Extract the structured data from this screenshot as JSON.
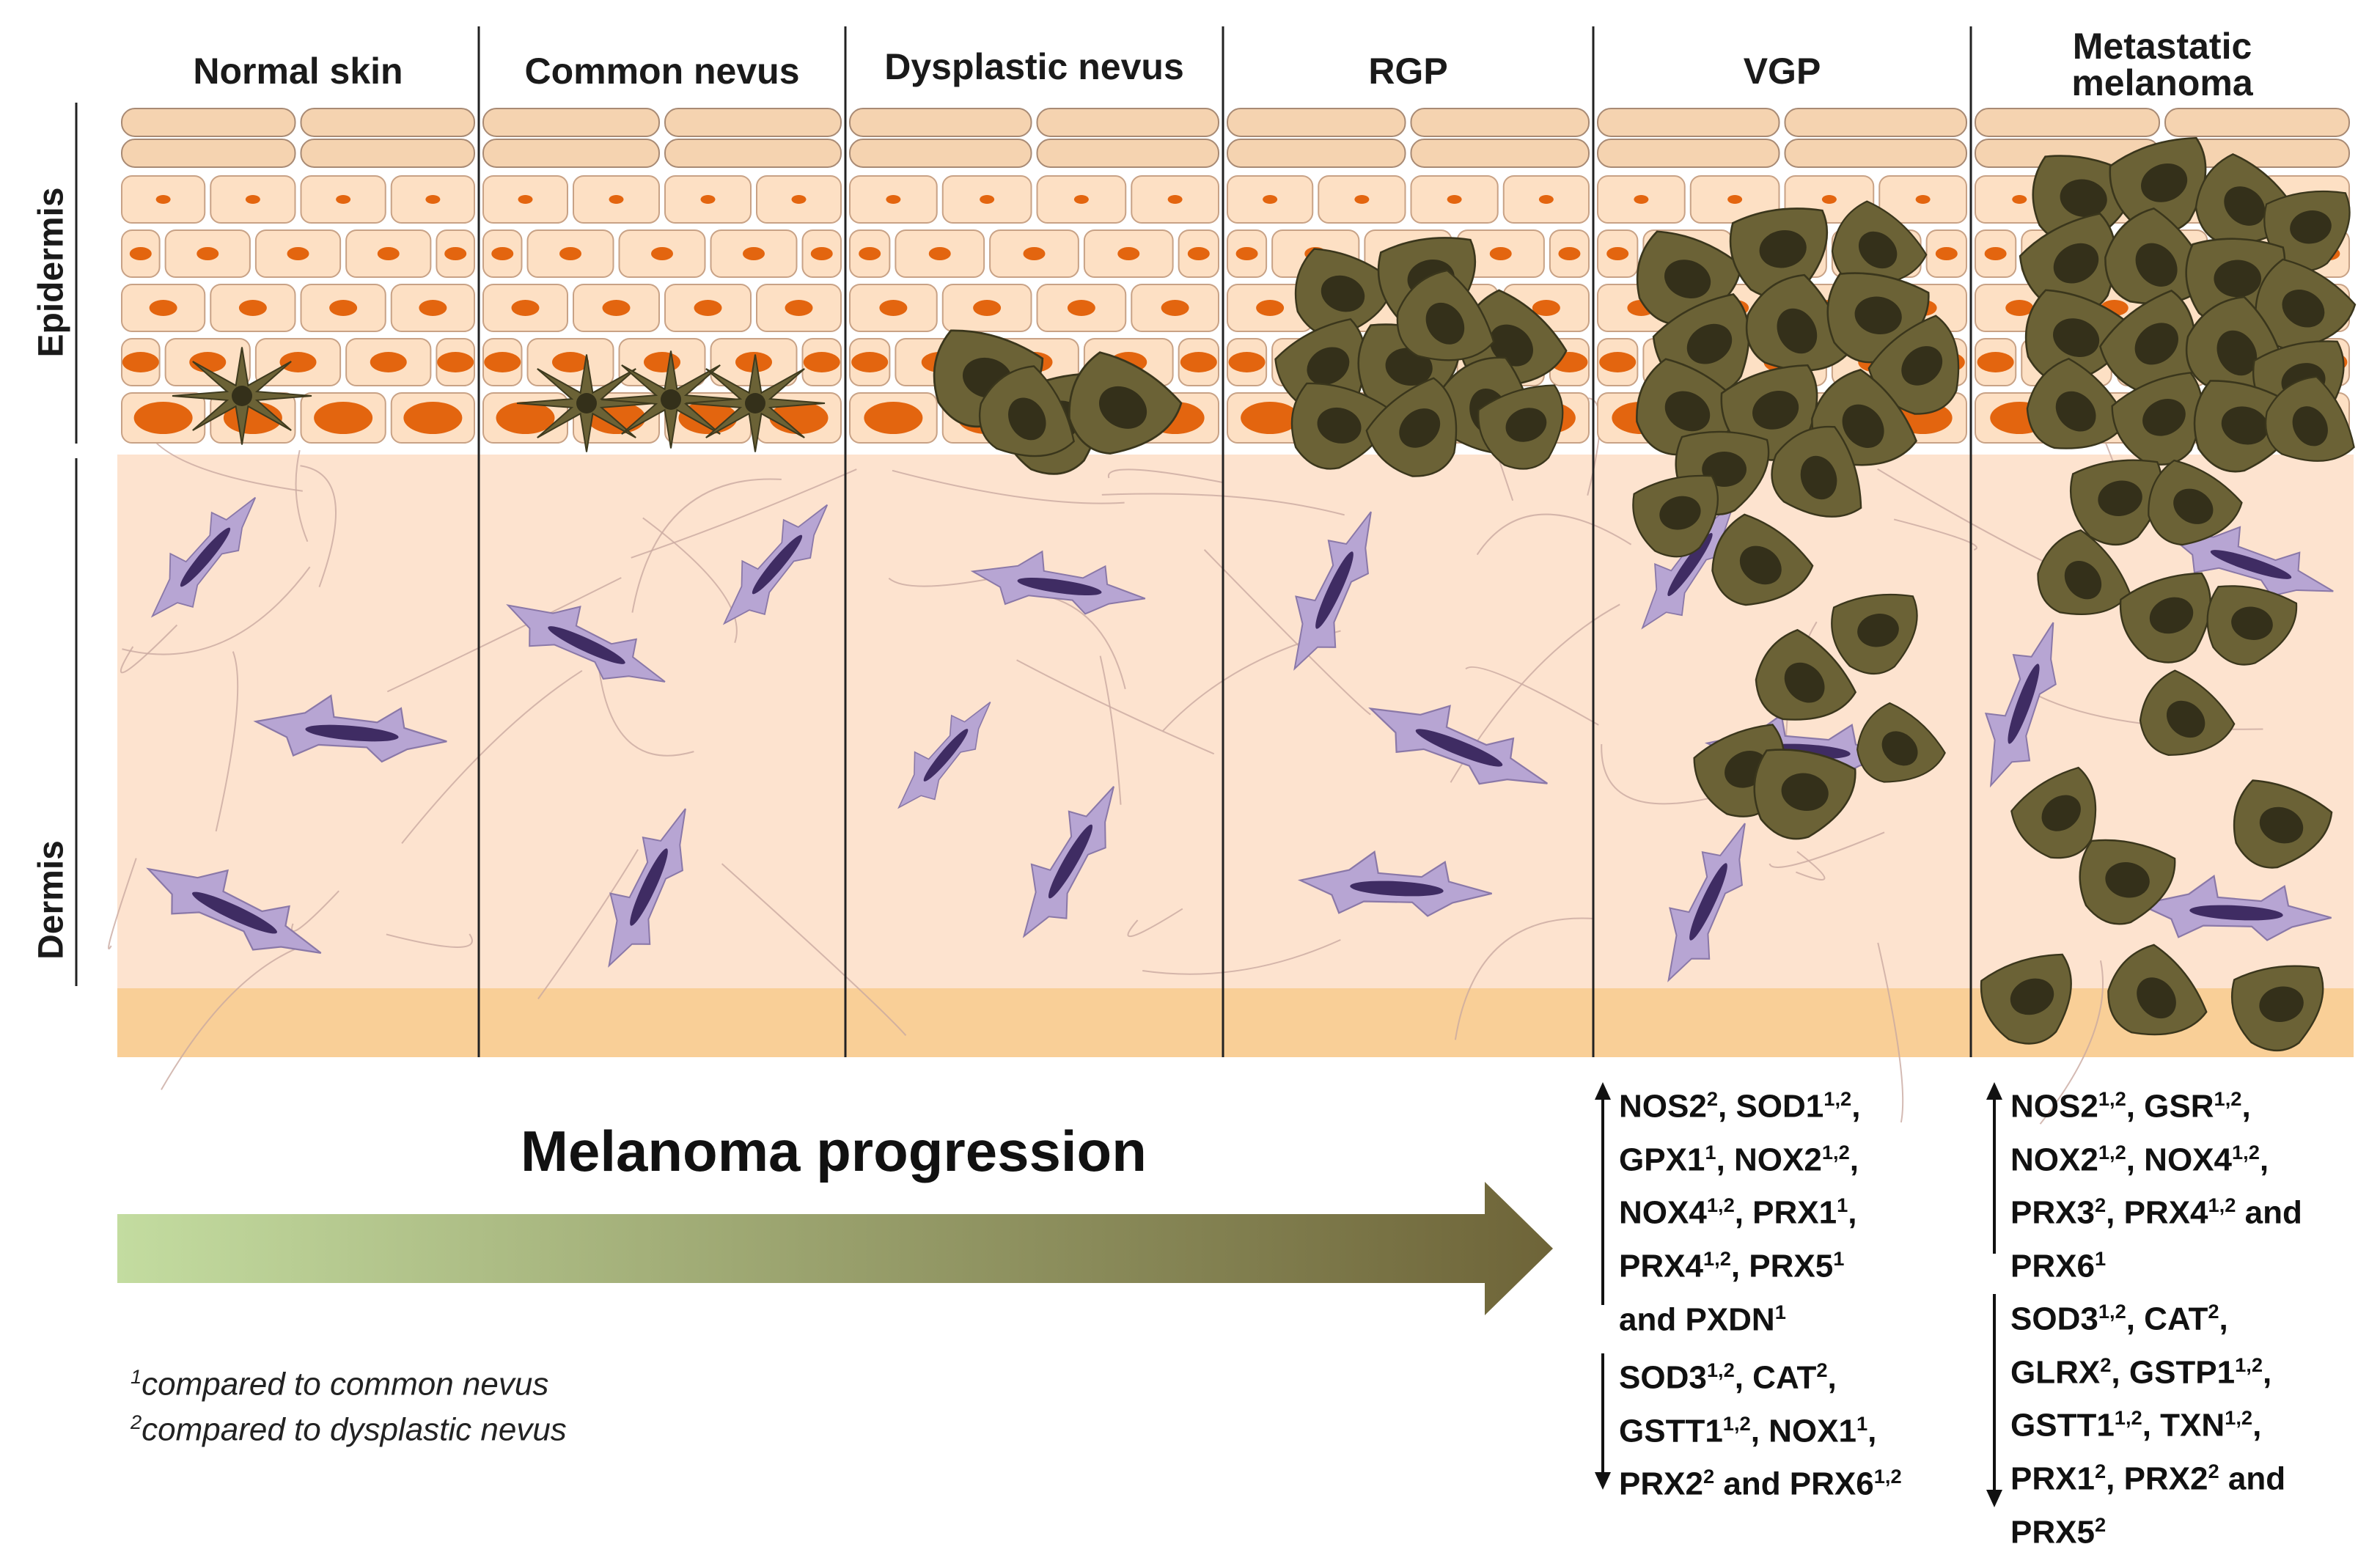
{
  "columns": [
    {
      "title": "Normal skin"
    },
    {
      "title": "Common nevus"
    },
    {
      "title": "Dysplastic nevus"
    },
    {
      "title": "RGP"
    },
    {
      "title": "VGP"
    },
    {
      "title_line1": "Metastatic",
      "title_line2": "melanoma"
    }
  ],
  "layers": {
    "epidermis": "Epidermis",
    "dermis": "Dermis"
  },
  "progression": {
    "label": "Melanoma progression"
  },
  "footnotes": {
    "note1_marker": "1",
    "note1_text": "compared to common nevus",
    "note2_marker": "2",
    "note2_text": "compared to dysplastic nevus"
  },
  "vgp": {
    "up": [
      [
        {
          "t": "NOS2"
        },
        {
          "s": "2"
        },
        {
          "t": ", SOD1"
        },
        {
          "s": "1,2"
        },
        {
          "t": ","
        }
      ],
      [
        {
          "t": "GPX1"
        },
        {
          "s": "1"
        },
        {
          "t": ", NOX2"
        },
        {
          "s": "1,2"
        },
        {
          "t": ","
        }
      ],
      [
        {
          "t": "NOX4"
        },
        {
          "s": "1,2"
        },
        {
          "t": ", PRX1"
        },
        {
          "s": "1"
        },
        {
          "t": ","
        }
      ],
      [
        {
          "t": "PRX4"
        },
        {
          "s": "1,2"
        },
        {
          "t": ", PRX5"
        },
        {
          "s": "1"
        }
      ],
      [
        {
          "t": "and PXDN"
        },
        {
          "s": "1"
        }
      ]
    ],
    "down": [
      [
        {
          "t": "SOD3"
        },
        {
          "s": "1,2"
        },
        {
          "t": ", CAT"
        },
        {
          "s": "2"
        },
        {
          "t": ","
        }
      ],
      [
        {
          "t": "GSTT1"
        },
        {
          "s": "1,2"
        },
        {
          "t": ", NOX1"
        },
        {
          "s": "1"
        },
        {
          "t": ","
        }
      ],
      [
        {
          "t": "PRX2"
        },
        {
          "s": "2"
        },
        {
          "t": " and PRX6"
        },
        {
          "s": "1,2"
        }
      ]
    ]
  },
  "metastatic": {
    "up": [
      [
        {
          "t": "NOS2"
        },
        {
          "s": "1,2"
        },
        {
          "t": ", GSR"
        },
        {
          "s": "1,2"
        },
        {
          "t": ","
        }
      ],
      [
        {
          "t": "NOX2"
        },
        {
          "s": "1,2"
        },
        {
          "t": ", NOX4"
        },
        {
          "s": "1,2"
        },
        {
          "t": ","
        }
      ],
      [
        {
          "t": "PRX3"
        },
        {
          "s": "2"
        },
        {
          "t": ", PRX4"
        },
        {
          "s": "1,2"
        },
        {
          "t": " and"
        }
      ],
      [
        {
          "t": "PRX6"
        },
        {
          "s": "1"
        }
      ]
    ],
    "down": [
      [
        {
          "t": "SOD3"
        },
        {
          "s": "1,2"
        },
        {
          "t": ", CAT"
        },
        {
          "s": "2"
        },
        {
          "t": ","
        }
      ],
      [
        {
          "t": "GLRX"
        },
        {
          "s": "2"
        },
        {
          "t": ", GSTP1"
        },
        {
          "s": "1,2"
        },
        {
          "t": ","
        }
      ],
      [
        {
          "t": "GSTT1"
        },
        {
          "s": "1,2"
        },
        {
          "t": ", TXN"
        },
        {
          "s": "1,2"
        },
        {
          "t": ","
        }
      ],
      [
        {
          "t": "PRX1"
        },
        {
          "s": "2"
        },
        {
          "t": ", PRX2"
        },
        {
          "s": "2"
        },
        {
          "t": " and"
        }
      ],
      [
        {
          "t": "PRX5"
        },
        {
          "s": "2"
        }
      ]
    ]
  },
  "colors": {
    "dermis": "#fde3cf",
    "basement": "#f9cf97",
    "keratinocyte": "#fde0c4",
    "nucleus": "#e3650f",
    "melanocyte": "#6b6236",
    "melanocyte_nucleus": "#34301a",
    "fibroblast": "#b7a5d3",
    "fibroblast_nucleus": "#3f2c63",
    "arrow_start": "#c3dca0",
    "arrow_end": "#6e6438"
  }
}
